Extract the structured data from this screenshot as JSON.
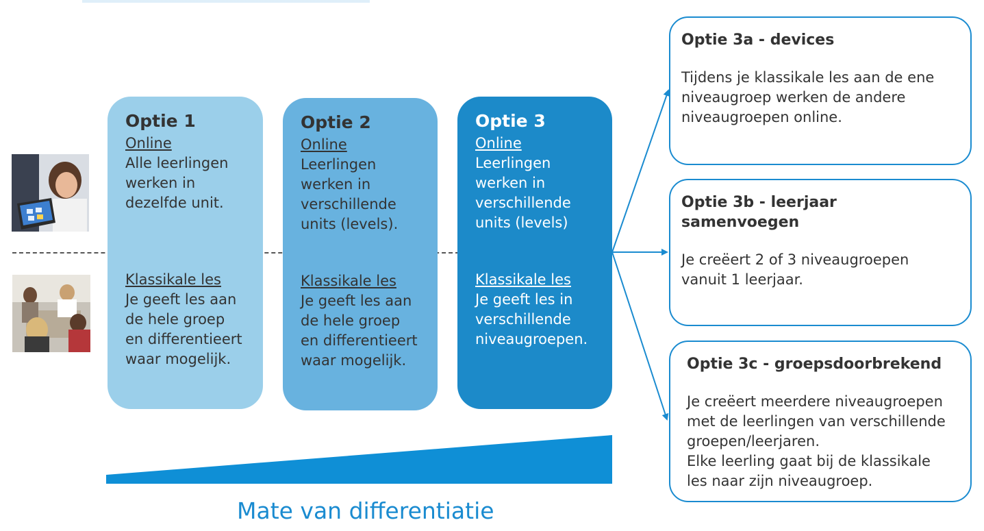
{
  "columns": [
    {
      "title": "Optie 1",
      "online_heading": "Online",
      "online_text": [
        "Alle leerlingen",
        "werken in",
        "dezelfde unit."
      ],
      "class_heading": "Klassikale les",
      "class_text": [
        "Je geeft les aan",
        "de hele groep",
        "en differentieert",
        "waar mogelijk."
      ]
    },
    {
      "title": "Optie 2",
      "online_heading": "Online",
      "online_text": [
        "Leerlingen",
        "werken in",
        "verschillende",
        "units (levels)."
      ],
      "class_heading": "Klassikale les",
      "class_text": [
        "Je geeft les aan",
        "de hele groep",
        "en differentieert",
        "waar mogelijk."
      ]
    },
    {
      "title": "Optie 3",
      "online_heading": "Online",
      "online_text": [
        "Leerlingen",
        "werken in",
        "verschillende",
        "units (levels)"
      ],
      "class_heading": "Klassikale les",
      "class_text": [
        "Je geeft les in",
        "verschillende",
        "niveaugroepen."
      ]
    }
  ],
  "options": [
    {
      "title": "Optie 3a - devices",
      "text": [
        "Tijdens je klassikale les aan de ene",
        "niveaugroep werken de andere",
        "niveaugroepen online."
      ]
    },
    {
      "title": "Optie 3b - leerjaar samenvoegen",
      "text": [
        "Je creëert 2 of 3 niveaugroepen",
        "vanuit 1 leerjaar."
      ]
    },
    {
      "title": "Optie 3c - groepsdoorbrekend",
      "text": [
        "Je creëert meerdere niveaugroepen",
        "met de leerlingen van verschillende",
        "groepen/leerjaren.",
        "Elke leerling gaat bij de klassikale",
        "les naar zijn niveaugroep."
      ]
    }
  ],
  "footer_label": "Mate van differentiatie",
  "colors": {
    "col1": "#9bcfea",
    "col2": "#68b2df",
    "col3": "#1c8ac9",
    "accent": "#1a8bd0",
    "wedge": "#0f8fd6"
  },
  "icons": {
    "online_photo": "girl-with-tablet-photo",
    "class_photo": "students-at-table-photo"
  }
}
